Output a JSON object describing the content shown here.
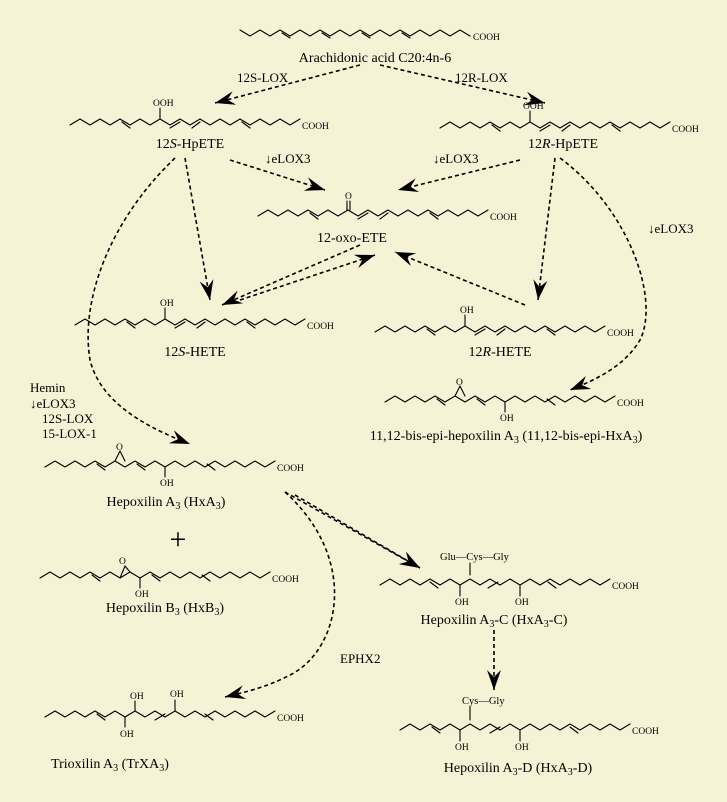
{
  "compounds": {
    "arachidonic": "Arachidonic acid C20:4n-6",
    "hpete_12s_pre": "12",
    "hpete_12s_it": "S",
    "hpete_12s_post": "-HpETE",
    "hpete_12r_pre": "12",
    "hpete_12r_it": "R",
    "hpete_12r_post": "-HpETE",
    "oxo_ete": "12-oxo-ETE",
    "hete_12s_pre": "12",
    "hete_12s_it": "S",
    "hete_12s_post": "-HETE",
    "hete_12r_pre": "12",
    "hete_12r_it": "R",
    "hete_12r_post": "-HETE",
    "bis_epi_pre": "11,12-bis-epi-hepoxilin A",
    "bis_epi_sub": "3",
    "bis_epi_mid": " (11,12-bis-epi-HxA",
    "bis_epi_sub2": "3",
    "bis_epi_post": ")",
    "hxa3_pre": "Hepoxilin A",
    "hxa3_sub": "3",
    "hxa3_mid": " (HxA",
    "hxa3_sub2": "3",
    "hxa3_post": ")",
    "hxb3_pre": "Hepoxilin B",
    "hxb3_sub": "3",
    "hxb3_mid": " (HxB",
    "hxb3_sub2": "3",
    "hxb3_post": ")",
    "hxa3c_pre": "Hepoxilin A",
    "hxa3c_sub": "3",
    "hxa3c_mid": "-C (HxA",
    "hxa3c_sub2": "3",
    "hxa3c_post": "-C)",
    "hxa3d_pre": "Hepoxilin A",
    "hxa3d_sub": "3",
    "hxa3d_mid": "-D (HxA",
    "hxa3d_sub2": "3",
    "hxa3d_post": "-D)",
    "trxa3_pre": "Trioxilin A",
    "trxa3_sub": "3",
    "trxa3_mid": " (TrXA",
    "trxa3_sub2": "3",
    "trxa3_post": ")"
  },
  "enzymes": {
    "lox12s": "12S-LOX",
    "lox12r": "12R-LOX",
    "elox3": "eLOX3",
    "hemin": "Hemin",
    "lox15": "15-LOX-1",
    "ephx2": "EPHX2",
    "down_arrow": "↓"
  },
  "atoms": {
    "cooh": "COOH",
    "ooh": "OOH",
    "oh": "OH",
    "o": "O",
    "glu_cys_gly": "Glu—Cys—Gly",
    "cys_gly": "Cys—Gly"
  },
  "symbols": {
    "plus": "+"
  }
}
